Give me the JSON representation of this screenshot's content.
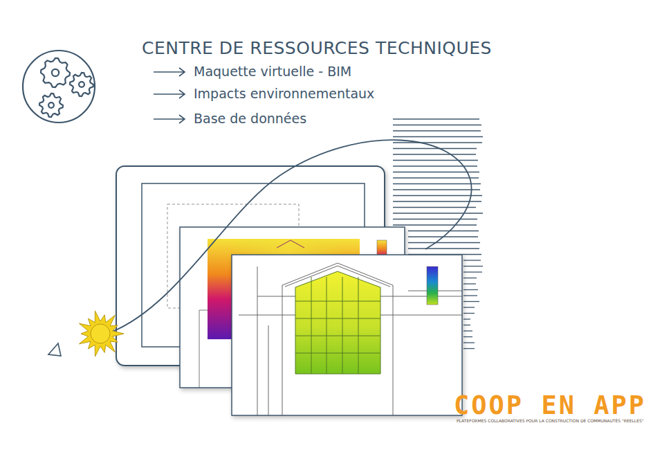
{
  "diagram": {
    "title": "CENTRE DE RESSOURCES TECHNIQUES",
    "labels": [
      "Maquette virtuelle - BIM",
      "Impacts environnementaux",
      "Base de données",
      "COOP EN APP",
      "PLATEFORMES COLLABORATIVES POUR LA CONSTRUCTION DE COMMUNAUTÉS \"REELLES\""
    ]
  }
}
